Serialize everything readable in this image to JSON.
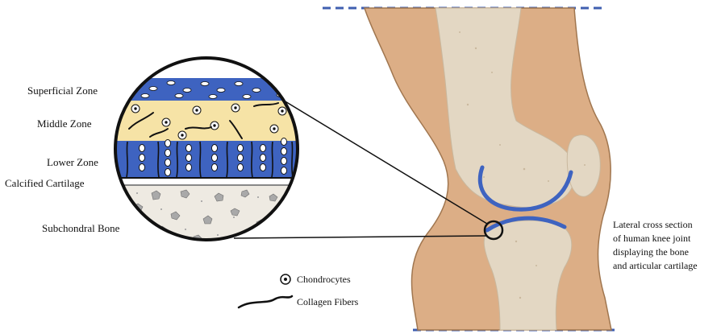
{
  "zone_labels": {
    "superficial": "Superficial Zone",
    "middle": "Middle  Zone",
    "lower": "Lower  Zone",
    "calcified": "Calcified Cartilage",
    "subchondral": "Subchondral Bone"
  },
  "legend": {
    "chondrocytes": "Chondrocytes",
    "collagen": "Collagen Fibers"
  },
  "caption": {
    "line1": "Lateral cross section",
    "line2": "of human knee joint",
    "line3": "displaying the bone",
    "line4": "and articular cartilage"
  },
  "colors": {
    "skin": "#dcae86",
    "bone": "#e3d7c3",
    "cartilage_blue": "#3e63c0",
    "middle_zone": "#f6e3a6",
    "dash": "#3f5fb0",
    "outline": "#111111"
  }
}
